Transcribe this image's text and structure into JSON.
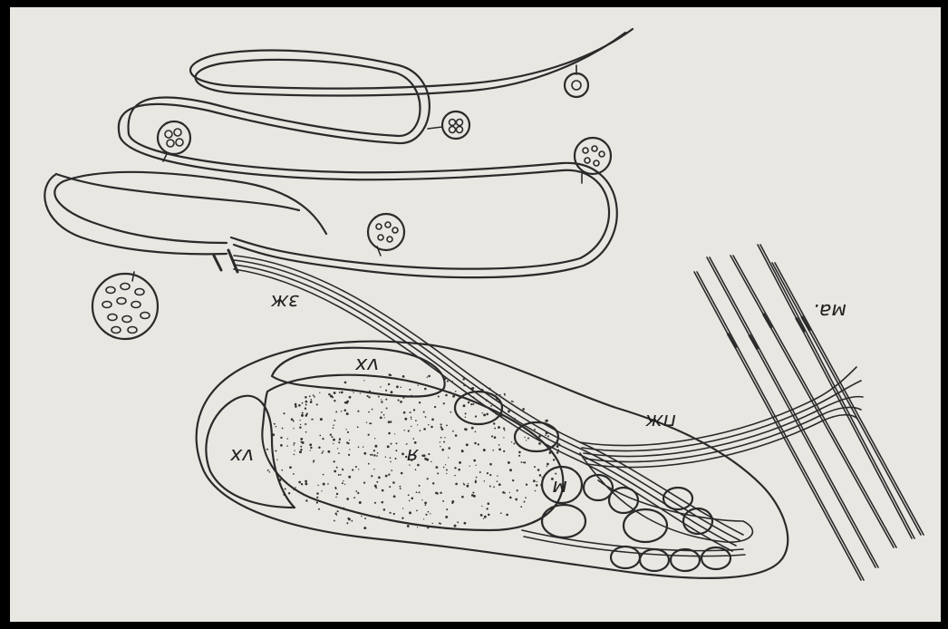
{
  "labels": {
    "zh": "зж",
    "vx_top": "vx",
    "vx_left": "vx",
    "ya": "я",
    "m": "м",
    "pzh": "пж",
    "ma": "ма."
  },
  "colors": {
    "paper": "#e9e7e2",
    "ink": "#2a2a2a",
    "frame": "#000000"
  }
}
